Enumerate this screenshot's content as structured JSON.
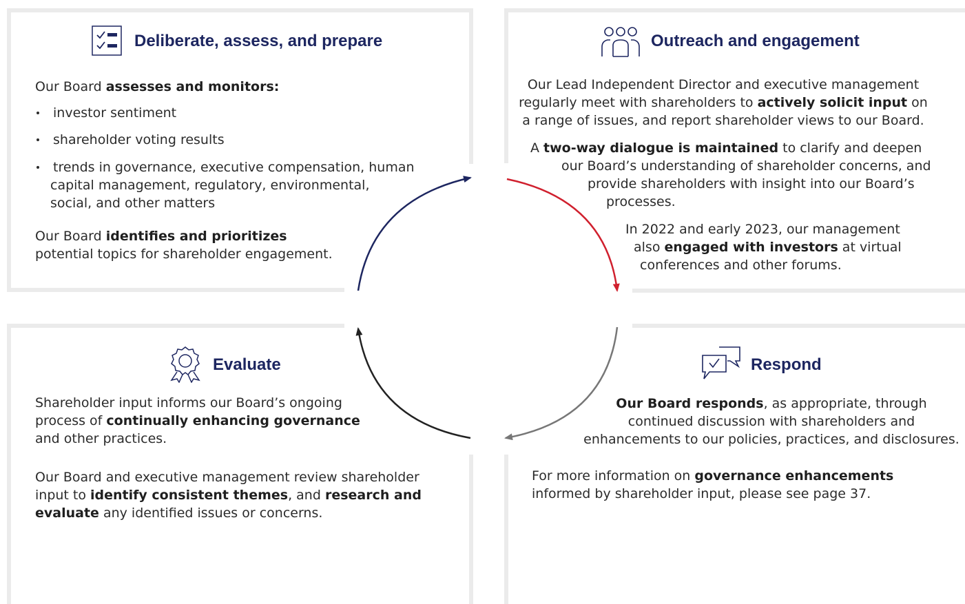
{
  "quadrants": {
    "deliberate": {
      "title": "Deliberate, assess, and prepare",
      "icon": "checklist-icon",
      "intro": {
        "pre": "Our Board ",
        "bold": "assesses and monitors:"
      },
      "bullets": [
        {
          "lines": [
            "investor sentiment"
          ]
        },
        {
          "lines": [
            "shareholder voting results"
          ]
        },
        {
          "lines": [
            "trends in governance, executive compensation, human",
            "capital management, regulatory, environmental,",
            "social, and other matters"
          ]
        }
      ],
      "closing": {
        "pre": "Our Board ",
        "bold": "identifies and prioritizes",
        "line2": "potential topics for shareholder engagement."
      }
    },
    "outreach": {
      "title": "Outreach and engagement",
      "icon": "people-group-icon",
      "p1": {
        "line1": "Our Lead Independent Director and executive management",
        "line2_pre": "regularly meet with shareholders to ",
        "line2_bold": "actively solicit input",
        "line2_post": " on",
        "line3": "a range of issues, and report shareholder views to our Board."
      },
      "p2": {
        "line1_pre": "A ",
        "line1_bold": "two-way dialogue is maintained",
        "line1_post": " to clarify and deepen",
        "line2": "our Board’s understanding of shareholder concerns, and",
        "line3": "provide shareholders with insight into our Board’s",
        "line4": "processes."
      },
      "p3": {
        "line1": "In 2022 and early 2023, our management",
        "line2_pre": "also ",
        "line2_bold": "engaged with investors",
        "line2_post": " at virtual",
        "line3": "conferences and other forums."
      }
    },
    "evaluate": {
      "title": "Evaluate",
      "icon": "award-badge-icon",
      "p1": {
        "line1": "Shareholder input informs our Board’s ongoing",
        "line2_pre": "process of ",
        "line2_bold": "continually enhancing governance",
        "line3": "and other practices."
      },
      "p2": {
        "line1": "Our Board and executive management review shareholder",
        "line2_pre": "input to ",
        "line2_bold": "identify consistent themes",
        "line2_mid": ", and ",
        "line2_bold2": "research and",
        "line3_bold": "evaluate",
        "line3_post": " any identified issues or concerns."
      }
    },
    "respond": {
      "title": "Respond",
      "icon": "chat-check-icon",
      "p1": {
        "line1_bold": "Our Board responds",
        "line1_post": ", as appropriate, through",
        "line2": "continued discussion with shareholders and",
        "line3": "enhancements to our policies, practices, and disclosures."
      },
      "p2": {
        "line1_pre": "For more information on ",
        "line1_bold": "governance enhancements",
        "line2": "informed by shareholder input, please see page 37."
      }
    }
  },
  "colors": {
    "navy": "#1d2660",
    "red": "#d0202e",
    "gray": "#777777",
    "black": "#222222",
    "frame": "#ebebeb"
  }
}
